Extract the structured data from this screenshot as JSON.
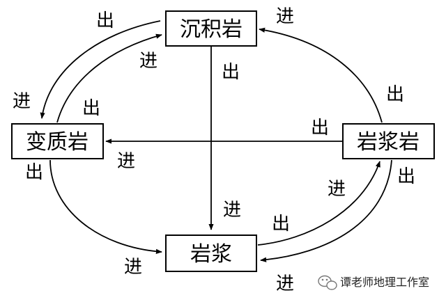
{
  "nodes": {
    "sedimentary": "沉积岩",
    "metamorphic": "变质岩",
    "igneous": "岩浆岩",
    "magma": "岩浆"
  },
  "labels": {
    "out": "出",
    "in": "进"
  },
  "watermark": {
    "text": "谭老师地理工作室",
    "icon": "wechat-icon"
  }
}
